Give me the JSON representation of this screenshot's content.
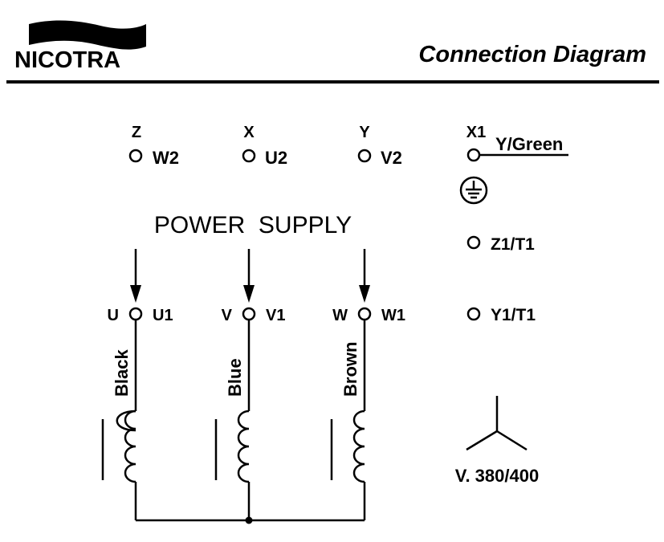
{
  "header": {
    "brand": "NICOTRA",
    "title": "Connection Diagram"
  },
  "top_terminals": [
    {
      "upper": "Z",
      "label": "W2"
    },
    {
      "upper": "X",
      "label": "U2"
    },
    {
      "upper": "Y",
      "label": "V2"
    }
  ],
  "earth": {
    "upper": "X1",
    "label": "Y/Green"
  },
  "power_supply": "POWER  SUPPLY",
  "phases": [
    {
      "phase": "U",
      "terminal": "U1",
      "wire_color": "Black"
    },
    {
      "phase": "V",
      "terminal": "V1",
      "wire_color": "Blue"
    },
    {
      "phase": "W",
      "terminal": "W1",
      "wire_color": "Brown"
    }
  ],
  "aux_terminals": [
    "Z1/T1",
    "Y1/T1"
  ],
  "voltage": "V. 380/400"
}
